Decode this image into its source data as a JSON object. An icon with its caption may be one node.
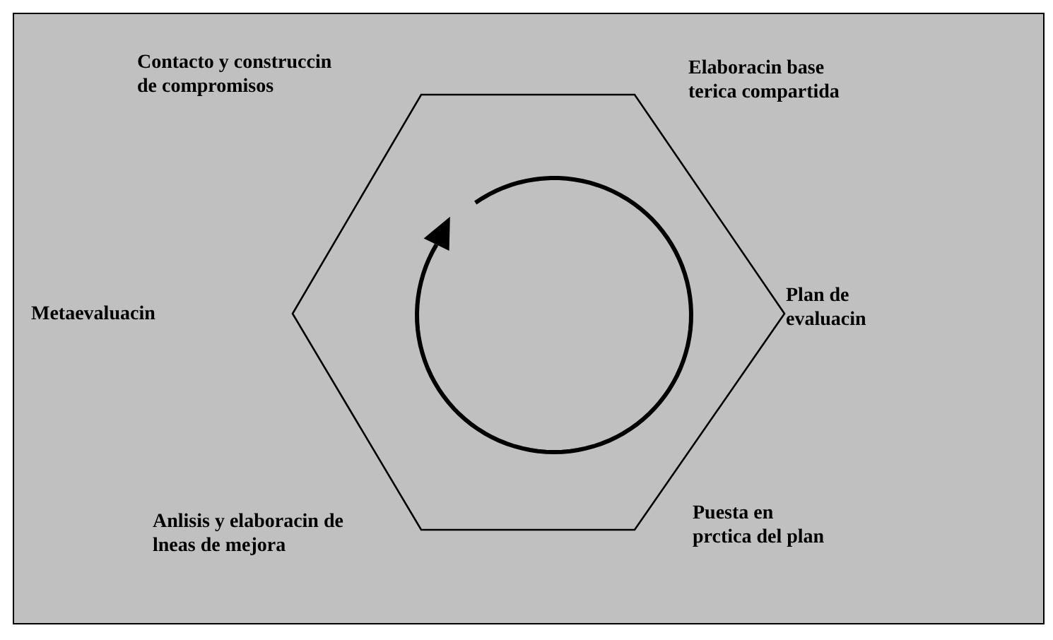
{
  "diagram": {
    "labels": [
      "Contacto y construccin de compromisos",
      "Elaboracin base terica compartida",
      "Metaevaluacin",
      "Plan de evaluacin",
      "Anlisis y elaboracin de lneas de mejora",
      "Puesta en prctica del plan"
    ]
  }
}
